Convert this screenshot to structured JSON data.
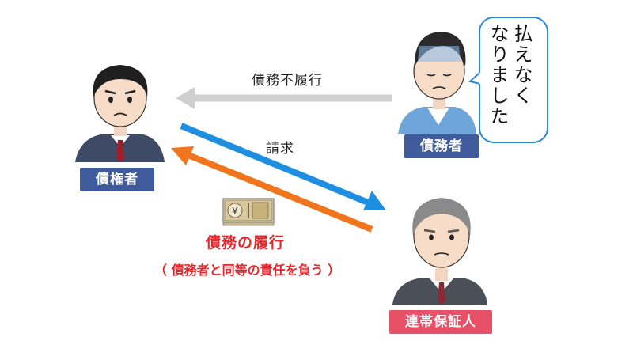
{
  "labels": {
    "default_arrow": "債務不履行",
    "claim_arrow": "請求",
    "performance": "債務の履行",
    "performance_note": "（ 債務者と同等の責任を負う ）"
  },
  "people": {
    "creditor": "債権者",
    "debtor": "債務者",
    "guarantor": "連帯保証人"
  },
  "speech_bubble": {
    "line1": "払えなく",
    "line2": "なりました"
  },
  "colors": {
    "tag_blue": "#3f5b9c",
    "tag_red": "#e85068",
    "arrow_gray": "#cfcfcf",
    "arrow_blue": "#1e8fe0",
    "arrow_orange": "#f0751c",
    "accent_red": "#e8262b"
  }
}
